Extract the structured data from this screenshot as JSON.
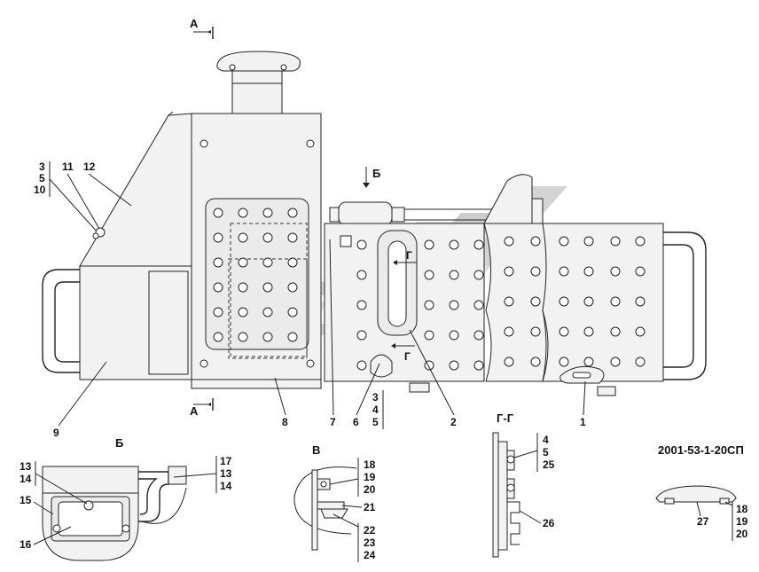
{
  "drawing_code": "2001-53-1-20СП",
  "sections": {
    "a_top": "А",
    "a_bottom": "А",
    "b_arrow": "Б",
    "g_upper": "Г",
    "g_lower": "Г",
    "detail_b": "Б",
    "detail_v": "В",
    "detail_gg": "Г-Г"
  },
  "callouts": {
    "c1": "1",
    "c2": "2",
    "c3": "3",
    "c4": "4",
    "c5": "5",
    "c6": "6",
    "c7": "7",
    "c8": "8",
    "c9": "9",
    "c10": "10",
    "c11": "11",
    "c12": "12",
    "c13": "13",
    "c14": "14",
    "c15": "15",
    "c16": "16",
    "c17": "17",
    "c18": "18",
    "c19": "19",
    "c20": "20",
    "c21": "21",
    "c22": "22",
    "c23": "23",
    "c24": "24",
    "c25": "25",
    "c26": "26",
    "c27": "27"
  },
  "stacks": {
    "left": [
      "3",
      "5",
      "10"
    ],
    "center": [
      "3",
      "4",
      "5"
    ],
    "b_right": [
      "17",
      "13",
      "14"
    ],
    "b_left": [
      "13",
      "14"
    ],
    "v_top": [
      "18",
      "19",
      "20"
    ],
    "v_bottom": [
      "22",
      "23",
      "24"
    ],
    "gg": [
      "4",
      "5",
      "25"
    ],
    "right": [
      "18",
      "19",
      "20"
    ]
  },
  "colors": {
    "line": "#222222",
    "panel_fill": "#f2f2f2",
    "watermark_light": "#dcdcdc",
    "watermark_dark": "#b8b8b8"
  }
}
